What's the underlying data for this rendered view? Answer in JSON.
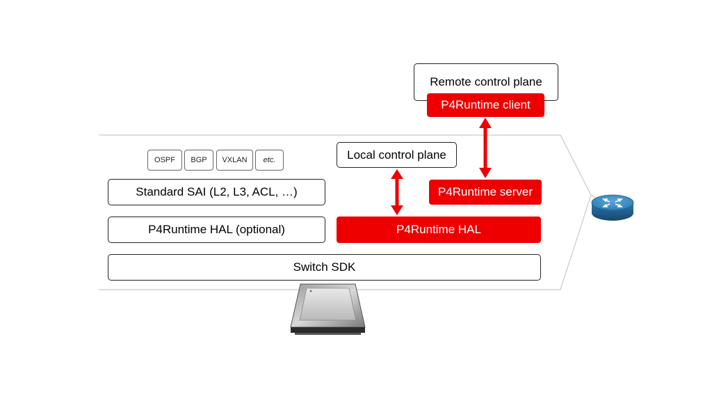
{
  "remote_control_plane": {
    "label": "Remote control plane",
    "client_label": "P4Runtime client"
  },
  "switch": {
    "protocols": [
      "OSPF",
      "BGP",
      "VXLAN",
      "etc."
    ],
    "standard_sai": "Standard SAI (L2, L3, ACL, …)",
    "p4runtime_hal_optional": "P4Runtime HAL (optional)",
    "local_control_plane": "Local control plane",
    "p4runtime_server": "P4Runtime server",
    "p4runtime_hal": "P4Runtime HAL",
    "switch_sdk": "Switch SDK"
  },
  "icons": {
    "chip": "asic-chip-icon",
    "router": "router-icon"
  },
  "colors": {
    "accent_red": "#ee0000",
    "router_blue": "#2f7fb5",
    "outline": "#222222"
  }
}
